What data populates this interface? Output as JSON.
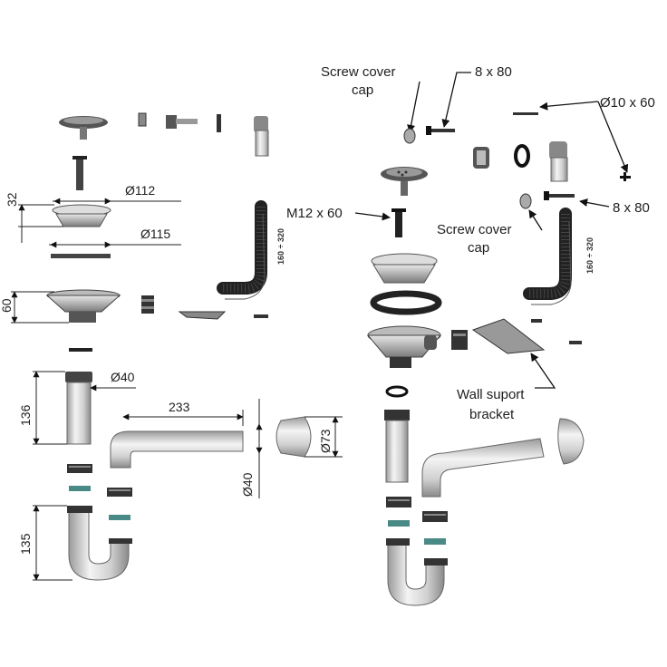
{
  "labels": {
    "screw_cover_cap_top": [
      "Screw cover",
      "cap"
    ],
    "bolt_8x80_top": "8 x 80",
    "dia_10x60": "Ø10 x 60",
    "bolt_8x80_mid": "8 x 80",
    "m12x60": "M12 x 60",
    "screw_cover_cap_mid": [
      "Screw cover",
      "cap"
    ],
    "wall_support": [
      "Wall suport",
      "bracket"
    ]
  },
  "dimensions": {
    "d112": "Ø112",
    "d115": "Ø115",
    "h32": "32",
    "h60": "60",
    "d40_top": "Ø40",
    "h136": "136",
    "len233": "233",
    "d73": "Ø73",
    "d40_side": "Ø40",
    "h135": "135",
    "range_left": "160 ÷ 320",
    "range_right": "160 ÷ 320"
  },
  "icons": {
    "strainer": "strainer-basket-icon",
    "bolt": "bolt-icon",
    "trap": "siphon-trap-icon"
  }
}
